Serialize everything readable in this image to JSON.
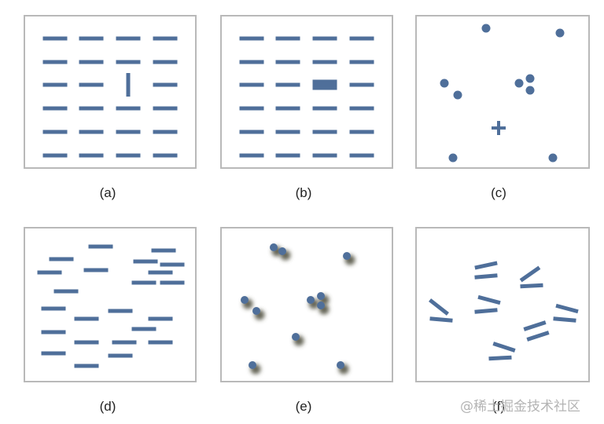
{
  "captions": {
    "a": "(a)",
    "b": "(b)",
    "c": "(c)",
    "d": "(d)",
    "e": "(e)",
    "f": "(f)"
  },
  "watermark": "@稀土掘金技术社区",
  "colors": {
    "mark": "#4f6f9a",
    "border": "#b9b9b9",
    "shadow": "#4a4a3a",
    "caption": "#222222",
    "watermark": "#b4b4b4"
  }
}
